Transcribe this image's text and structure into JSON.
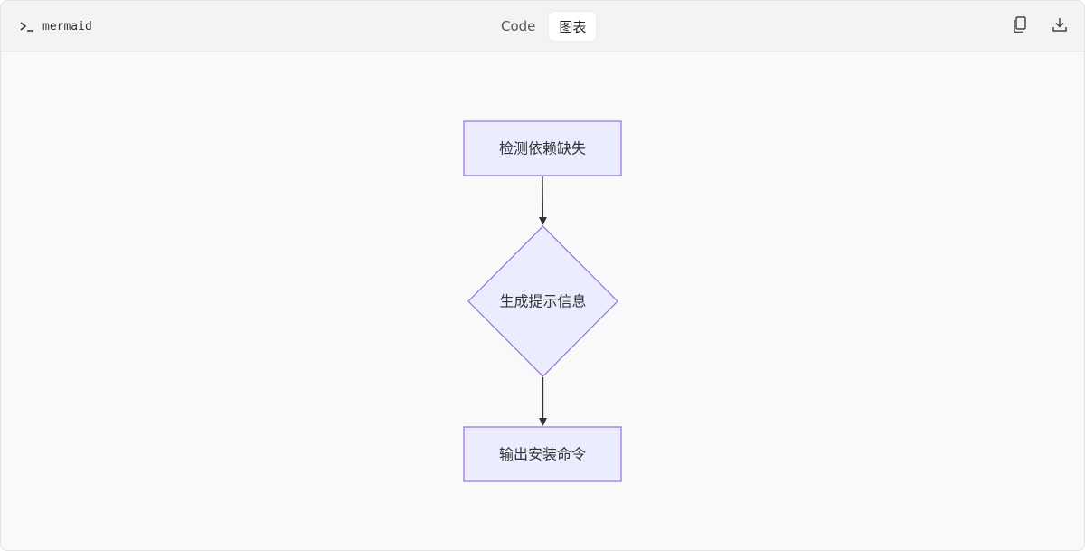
{
  "header": {
    "language_label": "mermaid",
    "tabs": [
      {
        "label": "Code",
        "active": false
      },
      {
        "label": "图表",
        "active": true
      }
    ],
    "actions": [
      {
        "icon": "copy-icon"
      },
      {
        "icon": "download-icon"
      }
    ]
  },
  "diagram": {
    "type": "flowchart",
    "direction": "top-down",
    "nodes": [
      {
        "id": "n1",
        "shape": "rectangle",
        "label": "检测依赖缺失"
      },
      {
        "id": "n2",
        "shape": "diamond",
        "label": "生成提示信息"
      },
      {
        "id": "n3",
        "shape": "rectangle",
        "label": "输出安装命令"
      }
    ],
    "edges": [
      {
        "from": "n1",
        "to": "n2"
      },
      {
        "from": "n2",
        "to": "n3"
      }
    ],
    "colors": {
      "node_fill": "#ECECFF",
      "node_stroke": "#9370DB",
      "edge": "#333333"
    }
  }
}
